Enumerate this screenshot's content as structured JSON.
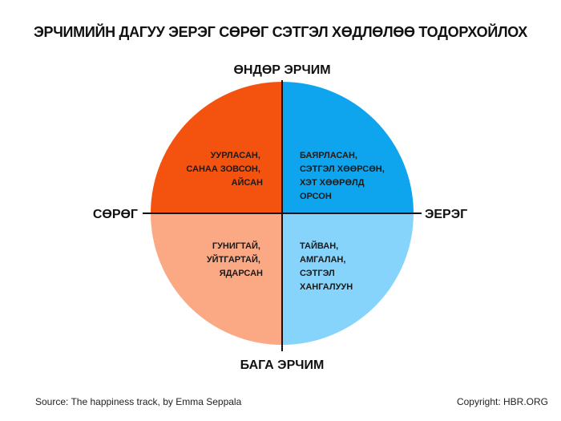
{
  "title": "ЭРЧИМИЙН ДАГУУ ЭЕРЭГ СӨРӨГ СЭТГЭЛ ХӨДЛӨЛӨӨ ТОДОРХОЙЛОХ",
  "axes": {
    "top": "ӨНДӨР ЭРЧИМ",
    "bottom": "БАГА ЭРЧИМ",
    "left": "СӨРӨГ",
    "right": "ЭЕРЭГ"
  },
  "quadrants": {
    "top_left": {
      "lines": [
        "УУРЛАСАН,",
        "САНАА ЗОВСОН,",
        "АЙСАН"
      ],
      "color": "#f4530f"
    },
    "top_right": {
      "lines": [
        "БАЯРЛАСАН,",
        "СЭТГЭЛ ХӨӨРСӨН,",
        "ХЭТ ХӨӨРӨЛД",
        "ОРСОН"
      ],
      "color": "#0ea5ee"
    },
    "bottom_left": {
      "lines": [
        "ГУНИГТАЙ,",
        "УЙТГАРТАЙ,",
        "ЯДАРСАН"
      ],
      "color": "#fba985"
    },
    "bottom_right": {
      "lines": [
        "ТАЙВАН,",
        "АМГАЛАН,",
        "СЭТГЭЛ",
        "ХАНГАЛУУН"
      ],
      "color": "#86d3fb"
    }
  },
  "footer": {
    "source": "Source: The happiness track, by Emma Seppala",
    "copyright": "Copyright: HBR.ORG"
  }
}
